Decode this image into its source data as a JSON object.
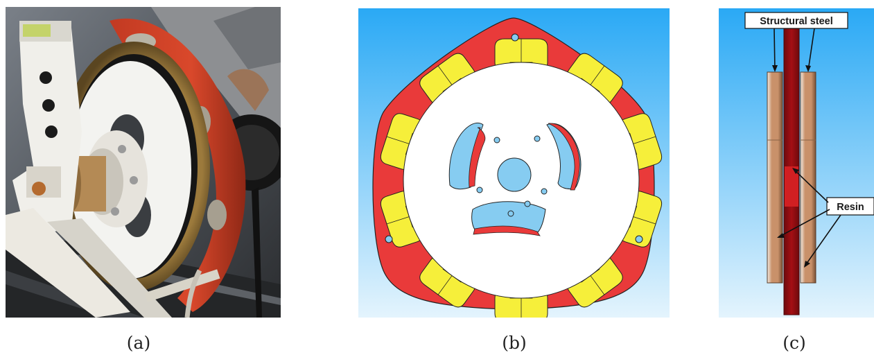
{
  "panels": {
    "a": {
      "caption": "(a)",
      "kind": "photograph",
      "subject": "prototype axial flux machine mounted on test bench"
    },
    "b": {
      "caption": "(b)",
      "kind": "cad-model",
      "colors": {
        "background_top": "#2aa9f5",
        "background_bottom": "#e4f4fd",
        "frame": "#e93a3a",
        "disk": "#ffffff",
        "coils": "#f6ef3a",
        "slots": "#86ccf1",
        "outline": "#222222"
      }
    },
    "c": {
      "caption": "(c)",
      "kind": "cad-model-side-view",
      "labels": {
        "steel": "Structural steel",
        "resin": "Resin"
      },
      "colors": {
        "background_top": "#2aa9f5",
        "background_bottom": "#e4f4fd",
        "side_plate": "#c9916a",
        "center_disc": "#a40f14",
        "center_hub": "#d11f22"
      }
    }
  }
}
